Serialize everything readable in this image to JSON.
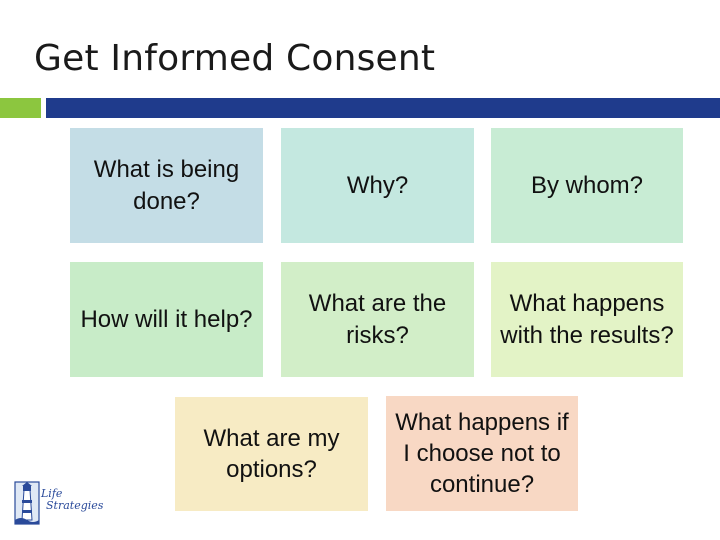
{
  "slide": {
    "title": "Get Informed Consent"
  },
  "boxes": [
    {
      "text": "What is being done?",
      "color": "#c4dde6"
    },
    {
      "text": "Why?",
      "color": "#c4e8e0"
    },
    {
      "text": "By whom?",
      "color": "#c8ecd4"
    },
    {
      "text": "How will it help?",
      "color": "#c8ecc8"
    },
    {
      "text": "What are the risks?",
      "color": "#d2eec8"
    },
    {
      "text": "What happens with the results?",
      "color": "#e3f3c6"
    },
    {
      "text": "What are my options?",
      "color": "#f7ebc4"
    },
    {
      "text": "What happens if I choose not to continue?",
      "color": "#f8d8c4"
    }
  ],
  "logo": {
    "line1": "Life",
    "line2": "Strategies",
    "icon": "lighthouse-icon"
  },
  "colors": {
    "accent_green": "#8cc63f",
    "accent_blue": "#1f3b8c"
  }
}
